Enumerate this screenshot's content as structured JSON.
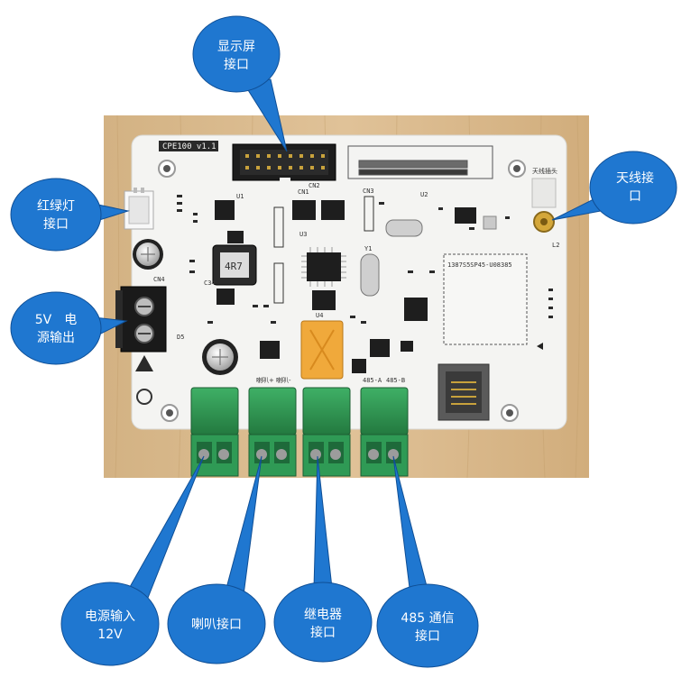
{
  "colors": {
    "callout": "#1f77d0",
    "callout_edge": "#0f4f96",
    "wood": "#d9b98c",
    "pcb": "#f4f4f2",
    "terminal": "#2f9a55",
    "relay": "#f0a93b"
  },
  "board": {
    "title": "CPE100 v1.1",
    "inductor_label": "4R7",
    "antenna_head_label": "天线插头",
    "module_label": "1387S5SP45-U08385",
    "terminal_labels": [
      "喇叭+",
      "喇叭-",
      "485-A",
      "485-B"
    ],
    "silk_labels": [
      "CN1",
      "CN2",
      "CN3",
      "CN4",
      "U1",
      "U2",
      "U3",
      "U4",
      "Y1",
      "C34",
      "D5",
      "L2"
    ]
  },
  "callouts": [
    {
      "id": "display",
      "lines": [
        "显示屏",
        "接口"
      ]
    },
    {
      "id": "antenna",
      "lines": [
        "天线接",
        "口"
      ]
    },
    {
      "id": "rg-light",
      "lines": [
        "红绿灯",
        "接口"
      ]
    },
    {
      "id": "5v-out",
      "lines": [
        "5V　电",
        "源输出"
      ]
    },
    {
      "id": "power-in",
      "lines": [
        "电源输入",
        "12V"
      ]
    },
    {
      "id": "speaker",
      "lines": [
        "喇叭接口"
      ]
    },
    {
      "id": "relay",
      "lines": [
        "继电器",
        "接口"
      ]
    },
    {
      "id": "rs485",
      "lines": [
        "485 通信",
        "接口"
      ]
    }
  ]
}
